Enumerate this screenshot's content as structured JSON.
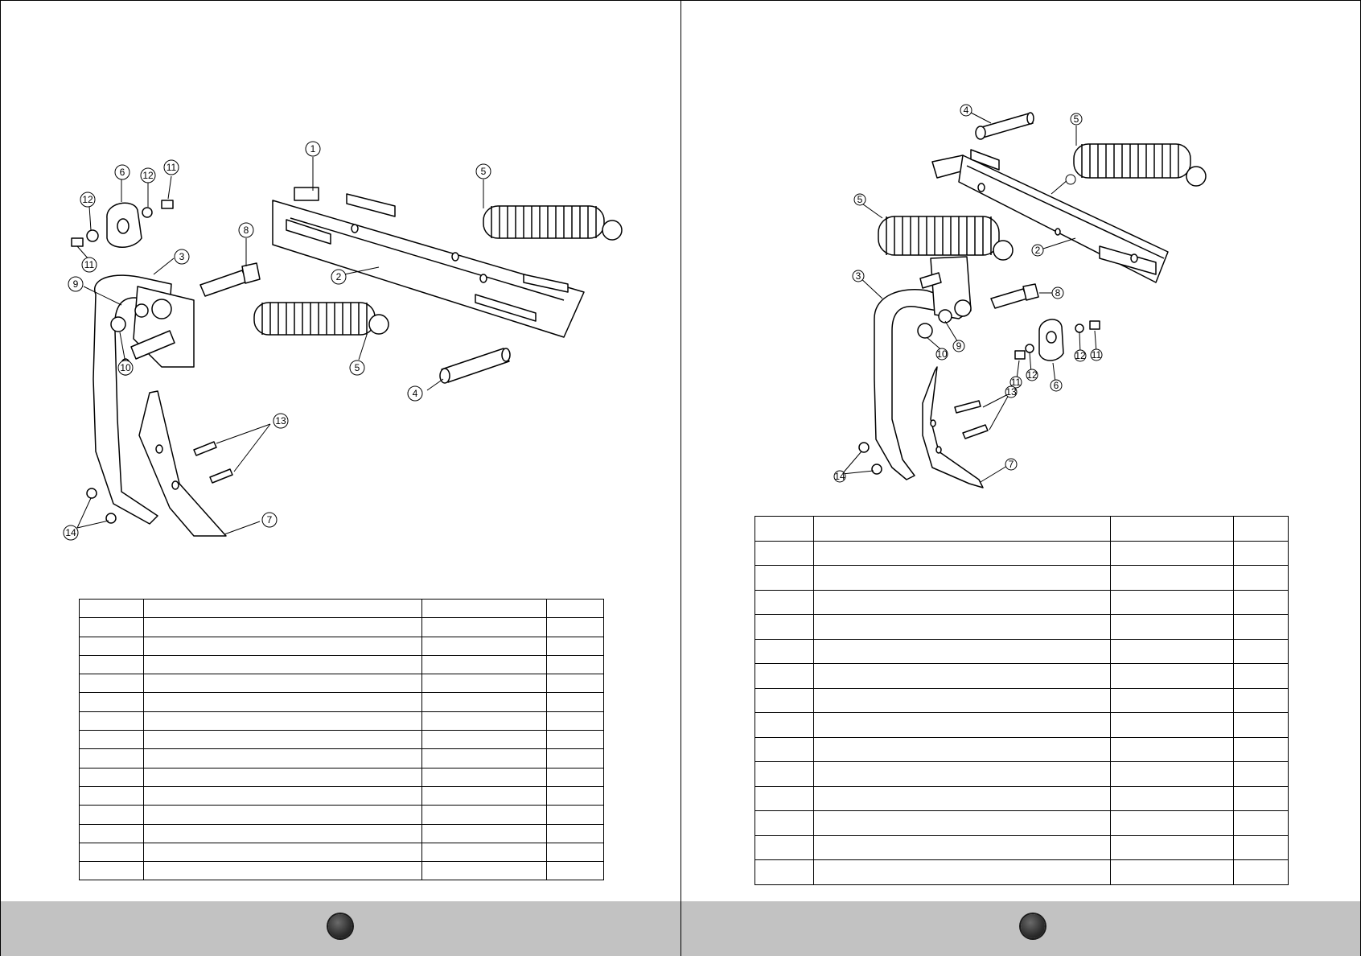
{
  "colors": {
    "footer": "#c2c2c2",
    "page_dot": "#2e2e2e",
    "line": "#000000"
  },
  "left_page": {
    "callouts": [
      "1",
      "2",
      "3",
      "4",
      "5",
      "5",
      "6",
      "7",
      "8",
      "9",
      "10",
      "11",
      "11",
      "12",
      "12",
      "13",
      "14"
    ],
    "table": {
      "rows": 15,
      "columns": 4
    }
  },
  "right_page": {
    "callouts": [
      "4",
      "5",
      "5",
      "2",
      "3",
      "8",
      "9",
      "10",
      "6",
      "11",
      "12",
      "11",
      "12",
      "13",
      "14",
      "7"
    ],
    "table": {
      "rows": 15,
      "columns": 4
    }
  }
}
